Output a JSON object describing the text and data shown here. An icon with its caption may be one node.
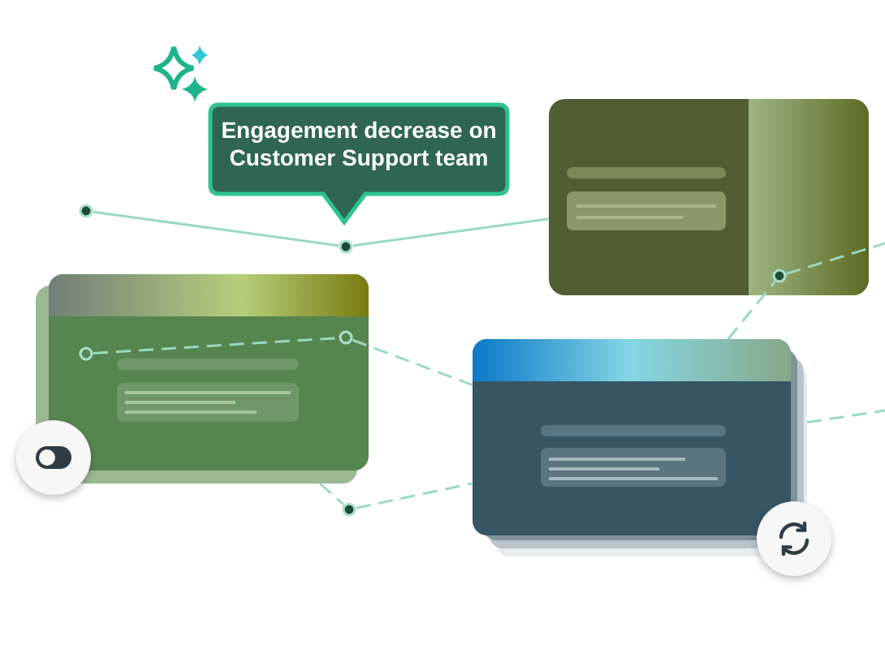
{
  "diagram": {
    "nodes": [
      {
        "text": [
          "Engagement decrease on Customer Support team"
        ]
      },
      {
        "text": [],
        "shape": "box"
      },
      {
        "text": [],
        "shape": "box"
      },
      {
        "text": [],
        "shape": "box"
      },
      {
        "text": [],
        "shape": "circle"
      },
      {
        "text": [],
        "shape": "circle"
      },
      {
        "text": [],
        "shape": "circle",
        "in": 2
      },
      {
        "text": [],
        "shape": "circle",
        "in": 2
      },
      {
        "text": [],
        "shape": "circle"
      },
      {
        "text": [],
        "shape": "circle",
        "in": 1
      }
    ],
    "edges": [
      {
        "from": 4,
        "to": 5,
        "arrow": "none"
      },
      {
        "from": 5,
        "to": 1,
        "arrow": "none"
      },
      {
        "from": 6,
        "to": 7,
        "arrow": "none",
        "style": "dashed"
      },
      {
        "from": 7,
        "to": 3,
        "arrow": "none",
        "style": "dashed"
      },
      {
        "from": 2,
        "to": 8,
        "arrow": "none",
        "style": "dashed"
      },
      {
        "from": 8,
        "to": 3,
        "arrow": "none",
        "style": "dashed"
      },
      {
        "from": 3,
        "to": 9,
        "arrow": "none",
        "style": "dashed"
      },
      {
        "from": 9,
        "to": null,
        "arrow": "none",
        "style": "dashed"
      },
      {
        "from": 3,
        "to": null,
        "arrow": "none",
        "style": "dashed"
      }
    ]
  }
}
